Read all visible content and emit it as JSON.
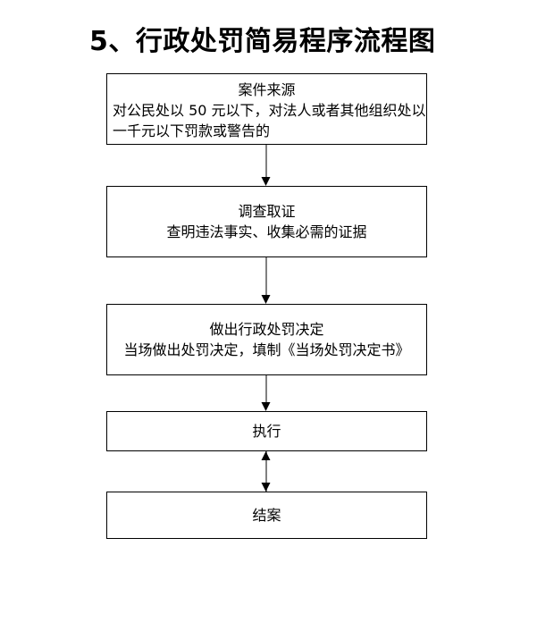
{
  "page": {
    "title": "5、行政处罚简易程序流程图",
    "background_color": "#ffffff",
    "text_color": "#000000",
    "box_border_color": "#000000",
    "connector_color": "#808080"
  },
  "chart_data": {
    "type": "diagram",
    "diagram_kind": "flowchart",
    "title": "5、行政处罚简易程序流程图",
    "orientation": "top-to-bottom",
    "nodes": [
      {
        "id": "case-source",
        "shape": "rectangle",
        "heading": "案件来源",
        "body_lines": [
          "对公民处以 50 元以下，对法人或者其他组织处以",
          "一千元以下罚款或警告的"
        ]
      },
      {
        "id": "investigate",
        "shape": "rectangle",
        "heading": "调查取证",
        "body_lines": [
          "查明违法事实、收集必需的证据"
        ]
      },
      {
        "id": "decision",
        "shape": "rectangle",
        "heading": "做出行政处罚决定",
        "body_lines": [
          "当场做出处罚决定，填制《当场处罚决定书》"
        ]
      },
      {
        "id": "execute",
        "shape": "rectangle",
        "heading": "执行",
        "body_lines": []
      },
      {
        "id": "closure",
        "shape": "rectangle",
        "heading": "结案",
        "body_lines": []
      }
    ],
    "edges": [
      {
        "from": "case-source",
        "to": "investigate",
        "style": "arrow-down",
        "label": ""
      },
      {
        "from": "investigate",
        "to": "decision",
        "style": "arrow-down",
        "label": ""
      },
      {
        "from": "decision",
        "to": "execute",
        "style": "arrow-down",
        "label": ""
      },
      {
        "from": "execute",
        "to": "closure",
        "style": "arrow-double",
        "label": ""
      }
    ]
  }
}
